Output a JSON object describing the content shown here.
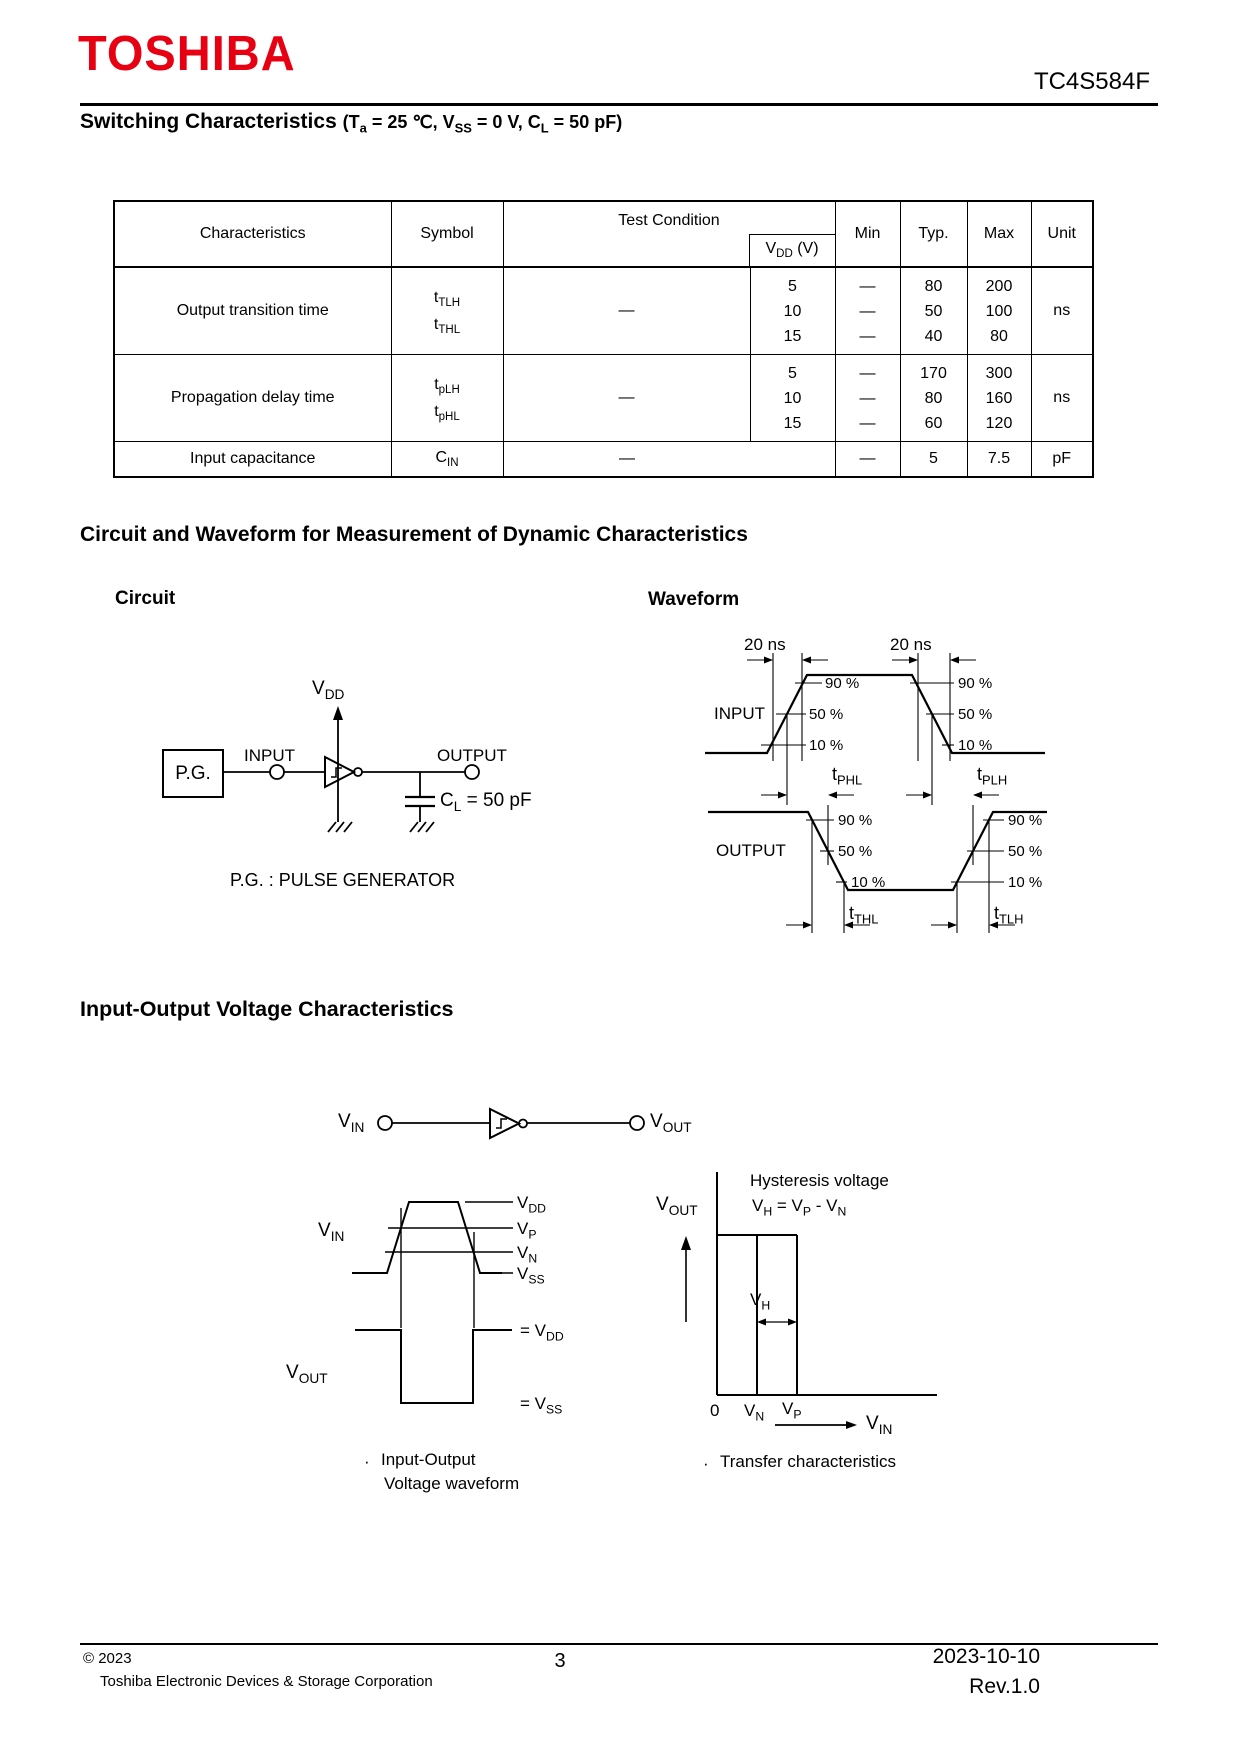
{
  "header": {
    "logo": "TOSHIBA",
    "part": "TC4S584F"
  },
  "title": {
    "main": "Switching Characteristics ",
    "p0": "(T",
    "sa": "a",
    "p1": " = 25 ℃, V",
    "s1": "SS",
    "p2": " = 0 V, C",
    "s2": "L",
    "p3": " = 50 pF)"
  },
  "table": {
    "headers": {
      "characteristics": "Characteristics",
      "symbol": "Symbol",
      "test_condition": "Test Condition",
      "vdd": {
        "b": "V",
        "s": "DD",
        "r": " (V)"
      },
      "min": "Min",
      "typ": "Typ.",
      "max": "Max",
      "unit": "Unit"
    },
    "rows": [
      {
        "characteristics": "Output transition time",
        "sym1": {
          "b": "t",
          "s": "TLH"
        },
        "sym2": {
          "b": "t",
          "s": "THL"
        },
        "cond": "—",
        "vdd": [
          "5",
          "10",
          "15"
        ],
        "min": [
          "—",
          "—",
          "—"
        ],
        "typ": [
          "80",
          "50",
          "40"
        ],
        "max": [
          "200",
          "100",
          "80"
        ],
        "unit": "ns"
      },
      {
        "characteristics": "Propagation delay time",
        "sym1": {
          "b": "t",
          "s": "pLH"
        },
        "sym2": {
          "b": "t",
          "s": "pHL"
        },
        "cond": "—",
        "vdd": [
          "5",
          "10",
          "15"
        ],
        "min": [
          "—",
          "—",
          "—"
        ],
        "typ": [
          "170",
          "80",
          "60"
        ],
        "max": [
          "300",
          "160",
          "120"
        ],
        "unit": "ns"
      },
      {
        "characteristics": "Input capacitance",
        "sym1": {
          "b": "C",
          "s": "IN"
        },
        "cond": "—",
        "min": "—",
        "typ": "5",
        "max": "7.5",
        "unit": "pF"
      }
    ]
  },
  "headings": {
    "dynamic": "Circuit and Waveform for Measurement of Dynamic Characteristics",
    "circuit": "Circuit",
    "waveform": "Waveform",
    "io": "Input-Output Voltage Characteristics"
  },
  "circuit": {
    "pg": "P.G.",
    "input": "INPUT",
    "output": "OUTPUT",
    "vdd": {
      "b": "V",
      "s": "DD"
    },
    "cl": {
      "b": "C",
      "s": "L",
      "r": " = 50 pF"
    },
    "caption": "P.G. :   PULSE GENERATOR"
  },
  "waveform": {
    "t20": "20 ns",
    "input": "INPUT",
    "output": "OUTPUT",
    "p90": "90 %",
    "p50": "50 %",
    "p10": "10 %",
    "tphl": {
      "b": "t",
      "s": "PHL"
    },
    "tplh": {
      "b": "t",
      "s": "PLH"
    },
    "tthl": {
      "b": "t",
      "s": "THL"
    },
    "ttlh": {
      "b": "t",
      "s": "TLH"
    }
  },
  "io": {
    "vin": {
      "b": "V",
      "s": "IN"
    },
    "vout": {
      "b": "V",
      "s": "OUT"
    },
    "vdd": {
      "b": "V",
      "s": "DD"
    },
    "vp": {
      "b": "V",
      "s": "P"
    },
    "vn": {
      "b": "V",
      "s": "N"
    },
    "vss": {
      "b": "V",
      "s": "SS"
    },
    "vh": {
      "b": "V",
      "s": "H"
    },
    "eqvdd": {
      "b": "= V",
      "s": "DD"
    },
    "eqvss": {
      "b": "= V",
      "s": "SS"
    },
    "hyst": "Hysteresis voltage",
    "hv": {
      "b1": "V",
      "s1": "H",
      "m1": " = V",
      "s2": "P",
      "m2": " - V",
      "s3": "N"
    },
    "zero": "0",
    "bullet": "·",
    "cap1": "Input-Output",
    "cap2": "Voltage waveform",
    "cap3": "Transfer characteristics"
  },
  "footer": {
    "copyright": "© 2023",
    "company": "Toshiba Electronic Devices & Storage Corporation",
    "page": "3",
    "date": "2023-10-10",
    "rev": "Rev.1.0"
  }
}
